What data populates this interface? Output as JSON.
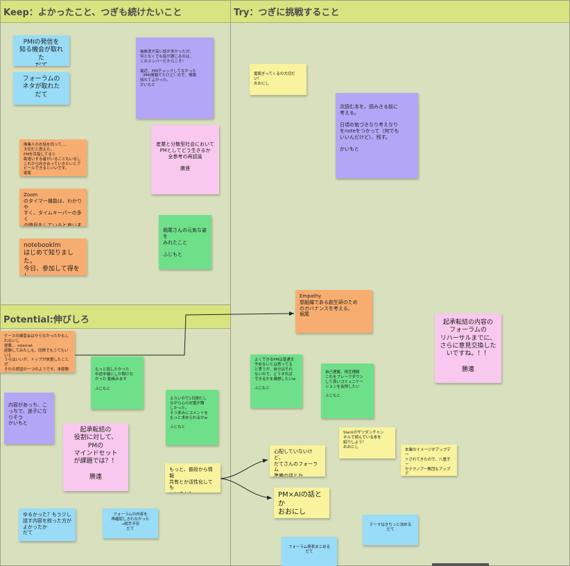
{
  "sections": {
    "keep": "Keep：よかったこと、つぎも続けたいこと",
    "try": "Try：つぎに挑戦すること",
    "potential": "Potential:伸びしろ"
  },
  "notes": {
    "keep_pmi": "PMIの発信を\n知る機会が取れた\nだて",
    "keep_forum": "フォーラムの\nネタが取れた\nだて",
    "keep_purple": "抽象度が高い話が多かったが、\n何となくでも話が通じるのは、\nこのメンバーだからこそ！\n\n最近、PMIチェックしてなかった\n（PMI情報てたけど）ので、情報\n知れてよかった。\nかいもと",
    "keep_orange1": "換業人のお話を伺って．．．\n大切だと思えた。\nPMを目指してると\n勘違いする者がいることもいるし\nこれから向き合っていきたいとアピールできるといいです。\n堀尾",
    "keep_pink": "産業と分散型社会において\nPMとしてどう生きるか\n全参考の再認識\n\n勝連",
    "keep_zoom": "Zoom\nのタイマー機能は、わかりや\nすく、タイムキーパーの多く\nの時目をしていると良います\n。堀尾",
    "keep_green": "堀尾さんの元気な姿を\nみれたこと\n\nふじもと",
    "keep_notebook": "notebooklm\nはじめて知りました。\n今日、参加して得をし\nた気分です。　堀尾",
    "try_yellow": "堀尾ぎってくるの大切だい！\nおおにし",
    "try_purple": "次読む本を、読みきる前に\n考える。\n\n日頃の気づきなり考えなり\nをnoteをつかって（何でも\nいいんだけど）、残す。\n\nかいもと",
    "try_empathy": "Empathy\n想組織である創生研のため\nのガバナンスを考える。\n堀尾",
    "try_pink": "起承転結の内容の\nフォーラムの\nリハーサルまでに、\nさらに意見交換した\nいですね。！！\n\n勝連",
    "try_green1": "よくできるPMは普通文\n予めないとは思ってる\nと思うが、自分はそれ\nないので、どうすれば\nできるかを構想したいw\n\nふじもと",
    "try_green2": "自己理解、相互理解\nこれをブレークダウン\nして良いコミュニケー\nションを会得したい\n\nふじもと",
    "try_slack": "Slackのザツダンチャン\nネルで読んでいる本を\n紹介しよう！\nおおにし",
    "try_yellow_right": "本業のイメージがアップデー\nトされてきたので、八重子ー\nやテクノアー教団もアップデ\nートしたい\nおおにし",
    "try_worry": "心配していないけど、\nだてさんのフォーラム\n準備の話とか\nおおにし",
    "try_pmai": "PM×AIの話とか\nおおにし",
    "try_theme": "テーマはきちっと決める\nだて",
    "try_forum_summary": "フォーラム発表まとめる\nだて",
    "pot_orange": "ケースの練習会はやらなかったかもしれないし\n提案．．internet\n経験してみたしも、同僚でもうてもいいと\nうらはいいが、トップが放置したことが\nそれの原因の一つのようです。本経験さも\nる体験が多かったです。",
    "pot_green1": "もっと話したかった\n中途半端にしか聞けな\nかった 動画みます\n\nふじもと",
    "pot_green2": "えらいので1日経むし\nながら心の対置が難\nしかった。\nそう求みにコメントを\nもっと求められるかw\n\nふじもと",
    "pot_purple": "内容があっち、こ\nっちで、迷子にな\nりそう\nかいもと",
    "pot_pink": "起承転結の\n役割に対して、\nPMの\nマインドセット\nが課題では？！\n\n勝連",
    "pot_yellow": "もっと、普段から情報\n共有とか活性化しても\nいいのかも\nおおにし",
    "pot_yuru": "ゆるかった？もう少し\n話す内容を絞った方が\nよかったか\nだて",
    "pot_forum": "フォーラムの内容を\n再確認しきれなかった\n→相手不安\nだて"
  },
  "colors": {
    "board": "#d8e0bd",
    "header": "#d8e47f",
    "connector": "#222222"
  }
}
